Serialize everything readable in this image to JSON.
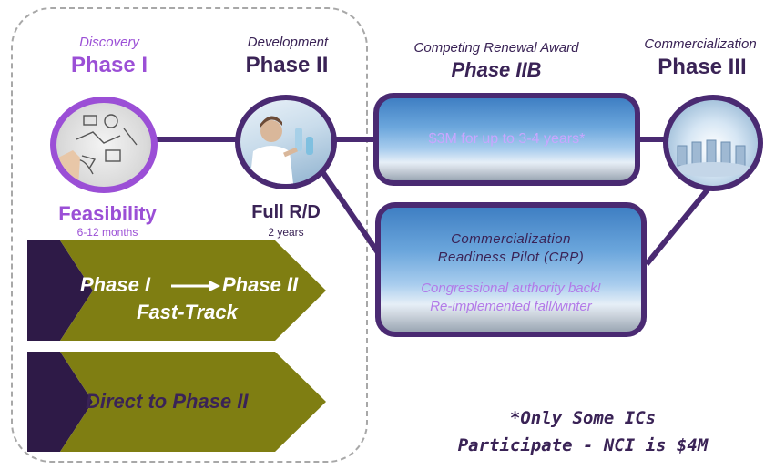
{
  "phase1": {
    "subtitle": "Discovery",
    "title": "Phase I",
    "stage": "Feasibility",
    "duration": "6-12 months"
  },
  "phase2": {
    "subtitle": "Development",
    "title": "Phase II",
    "stage": "Full R/D",
    "duration": "2 years"
  },
  "phase2b": {
    "subtitle": "Competing Renewal Award",
    "title": "Phase IIB",
    "box_text": "$3M for up to 3-4 years*"
  },
  "phase3": {
    "subtitle": "Commercialization",
    "title": "Phase III"
  },
  "crp": {
    "line1": "Commercialization",
    "line2": "Readiness Pilot (CRP)",
    "line3": "Congressional authority back!",
    "line4": "Re-implemented fall/winter"
  },
  "fast_track": {
    "from": "Phase I",
    "to": "Phase II",
    "label": "Fast-Track"
  },
  "direct": {
    "label": "Direct to Phase II"
  },
  "footnote": {
    "line1": "*Only Some ICs",
    "line2": "Participate - NCI is $4M"
  },
  "colors": {
    "purple_light": "#9b4fd6",
    "purple_dark": "#4a2a72",
    "olive": "#7f7e12",
    "arrow_tail": "#2e1a47"
  }
}
